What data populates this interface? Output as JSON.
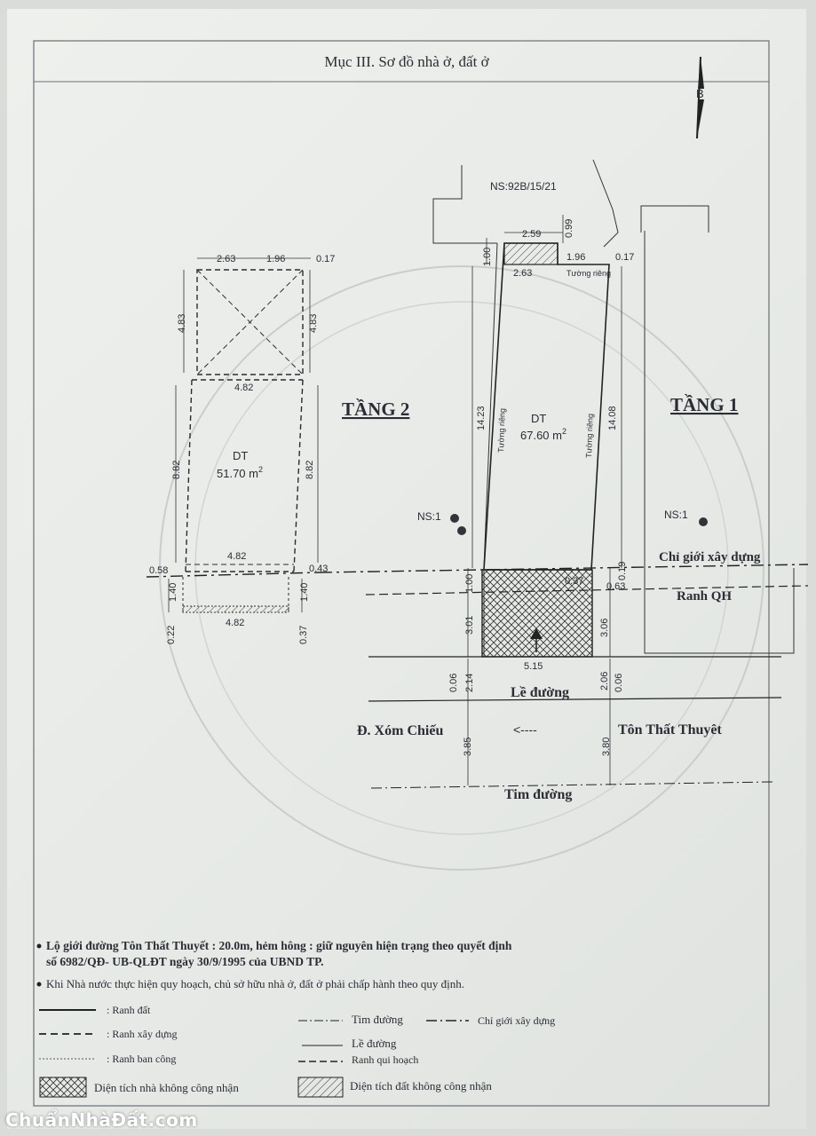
{
  "header": {
    "title": "Mục III. Sơ đồ nhà ở, đất ở"
  },
  "north": {
    "label": "B"
  },
  "neighbors": {
    "back": "NS:92B/15/21",
    "left": "NS:1",
    "right": "NS:1"
  },
  "floor2": {
    "title": "TẦNG 2",
    "dt_label": "DT",
    "area": "51.70 m",
    "area_sup": "2",
    "dims": {
      "top_a": "2.63",
      "top_b": "1.96",
      "top_c": "0.17",
      "left_top": "4.83",
      "right_top": "4.83",
      "mid_width": "4.82",
      "left_main": "8.82",
      "right_main": "8.82",
      "lower_width": "4.82",
      "left_off": "0.58",
      "right_off": "0.43",
      "left_bal": "1.40",
      "right_bal": "1.40",
      "bottom_width": "4.82",
      "left_bottom": "0.22",
      "right_bottom": "0.37"
    }
  },
  "floor1": {
    "title": "TẦNG 1",
    "dt_label": "DT",
    "area": "67.60 m",
    "area_sup": "2",
    "wall_left": "Tường riêng",
    "wall_right": "Tường riêng",
    "wall_top": "Tường riêng",
    "dims": {
      "top_width": "2.59",
      "top_depth": "0.99",
      "top_left_h": "1.00",
      "top_a": "2.63",
      "top_b": "1.96",
      "top_c": "0.17",
      "left_len": "14.23",
      "right_len": "14.08",
      "front_left_a": "1.00",
      "front_left_b": "3.01",
      "front_right_a": "0.37",
      "front_right_b": "0.19",
      "front_right_c": "0.63",
      "front_right_d": "3.06",
      "front_width": "5.15",
      "sw_left": "2.14",
      "sw_right": "2.06",
      "sw_left_b": "0.06",
      "sw_right_b": "0.06",
      "road_left": "3.85",
      "road_right": "3.80"
    }
  },
  "labels": {
    "setback": "Chỉ giới xây dựng",
    "planning": "Ranh QH",
    "sidewalk": "Lề đường",
    "street_left": "Đ. Xóm Chiếu",
    "arrow": "<----",
    "street_right": "Tôn Thất Thuyêt",
    "centerline": "Tim đường"
  },
  "notes": [
    "Lộ giới đường Tôn Thất Thuyết : 20.0m, hẻm hông : giữ nguyên hiện trạng theo quyết định",
    "số 6982/QĐ- UB-QLĐT ngày 30/9/1995 của UBND TP.",
    "Khi Nhà nước thực hiện quy hoạch, chủ sở hữu nhà ở, đất ở phải chấp hành theo quy định."
  ],
  "legend": {
    "land_boundary": ": Ranh đất",
    "build_boundary": ": Ranh xây dựng",
    "balcony_boundary": ": Ranh ban công",
    "centerline": "Tim đường",
    "setback": "Chỉ giới xây dựng",
    "sidewalk": "Lề đường",
    "planning": "Ranh qui hoạch",
    "house_unrecognized": "Diện tích nhà không công nhận",
    "land_unrecognized": "Diện tích đất không công nhận"
  },
  "watermark": "ChuẩnNhàĐất.com"
}
